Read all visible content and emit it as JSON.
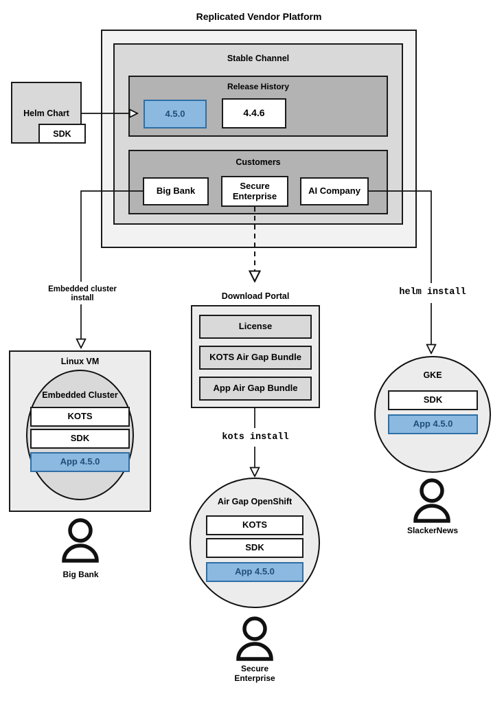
{
  "title": "Replicated Vendor Platform",
  "platform": {
    "channel": {
      "title": "Stable Channel",
      "release_history": {
        "title": "Release History",
        "releases": [
          {
            "version": "4.5.0",
            "highlighted": true
          },
          {
            "version": "4.4.6",
            "highlighted": false
          }
        ]
      },
      "customers": {
        "title": "Customers",
        "items": [
          {
            "name": "Big Bank"
          },
          {
            "name": "Secure\nEnterprise"
          },
          {
            "name": "AI Company"
          }
        ]
      }
    }
  },
  "helm_chart": {
    "title": "Helm Chart",
    "component": "SDK"
  },
  "flows": {
    "embedded_install": "Embedded cluster\ninstall",
    "kots_install": "kots install",
    "helm_install": "helm install"
  },
  "download_portal": {
    "title": "Download Portal",
    "items": [
      {
        "label": "License"
      },
      {
        "label": "KOTS Air Gap Bundle"
      },
      {
        "label": "App Air Gap Bundle"
      }
    ]
  },
  "targets": [
    {
      "id": "linux-vm",
      "title": "Linux VM",
      "inner_title": "Embedded Cluster",
      "components": [
        {
          "label": "KOTS",
          "highlighted": false
        },
        {
          "label": "SDK",
          "highlighted": false
        },
        {
          "label": "App 4.5.0",
          "highlighted": true
        }
      ],
      "actor": "Big Bank"
    },
    {
      "id": "air-gap-openshift",
      "title": "Air Gap OpenShift",
      "components": [
        {
          "label": "KOTS",
          "highlighted": false
        },
        {
          "label": "SDK",
          "highlighted": false
        },
        {
          "label": "App 4.5.0",
          "highlighted": true
        }
      ],
      "actor": "Secure\nEnterprise"
    },
    {
      "id": "gke",
      "title": "GKE",
      "components": [
        {
          "label": "SDK",
          "highlighted": false
        },
        {
          "label": "App 4.5.0",
          "highlighted": true
        }
      ],
      "actor": "SlackerNews"
    }
  ],
  "colors": {
    "highlight_fill": "#8cb9e0",
    "highlight_border": "#2f6ea5",
    "highlight_text": "#1f4e79",
    "platform_bg": "#f2f2f2",
    "channel_bg": "#d9d9d9",
    "group_bg": "#b3b3b3",
    "stroke": "#1a1a1a"
  }
}
